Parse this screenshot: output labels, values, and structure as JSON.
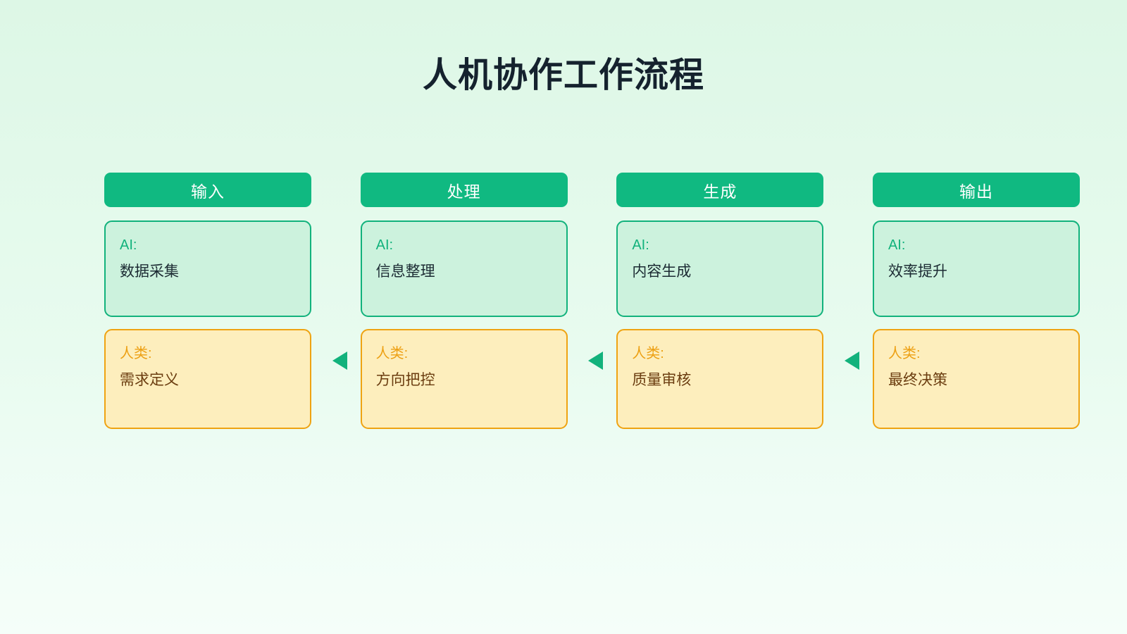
{
  "title": "人机协作工作流程",
  "theme": {
    "accent_green": "#10b981",
    "ai_card_fill": "#ccf2dd",
    "ai_card_border": "#12b27c",
    "human_card_fill": "#fdeebd",
    "human_card_border": "#efa312",
    "title_color": "#15222e",
    "background_top": "#ddf7e6",
    "background_bottom": "#f5fef9"
  },
  "flow": {
    "arrow_direction": "left",
    "arrow_color": "#12b27c",
    "arrow_icon": "triangle-left-icon"
  },
  "columns": [
    {
      "stage": "输入",
      "ai": {
        "role": "AI:",
        "text": "数据采集"
      },
      "human": {
        "role": "人类:",
        "text": "需求定义"
      }
    },
    {
      "stage": "处理",
      "ai": {
        "role": "AI:",
        "text": "信息整理"
      },
      "human": {
        "role": "人类:",
        "text": "方向把控"
      }
    },
    {
      "stage": "生成",
      "ai": {
        "role": "AI:",
        "text": "内容生成"
      },
      "human": {
        "role": "人类:",
        "text": "质量审核"
      }
    },
    {
      "stage": "输出",
      "ai": {
        "role": "AI:",
        "text": "效率提升"
      },
      "human": {
        "role": "人类:",
        "text": "最终决策"
      }
    }
  ]
}
